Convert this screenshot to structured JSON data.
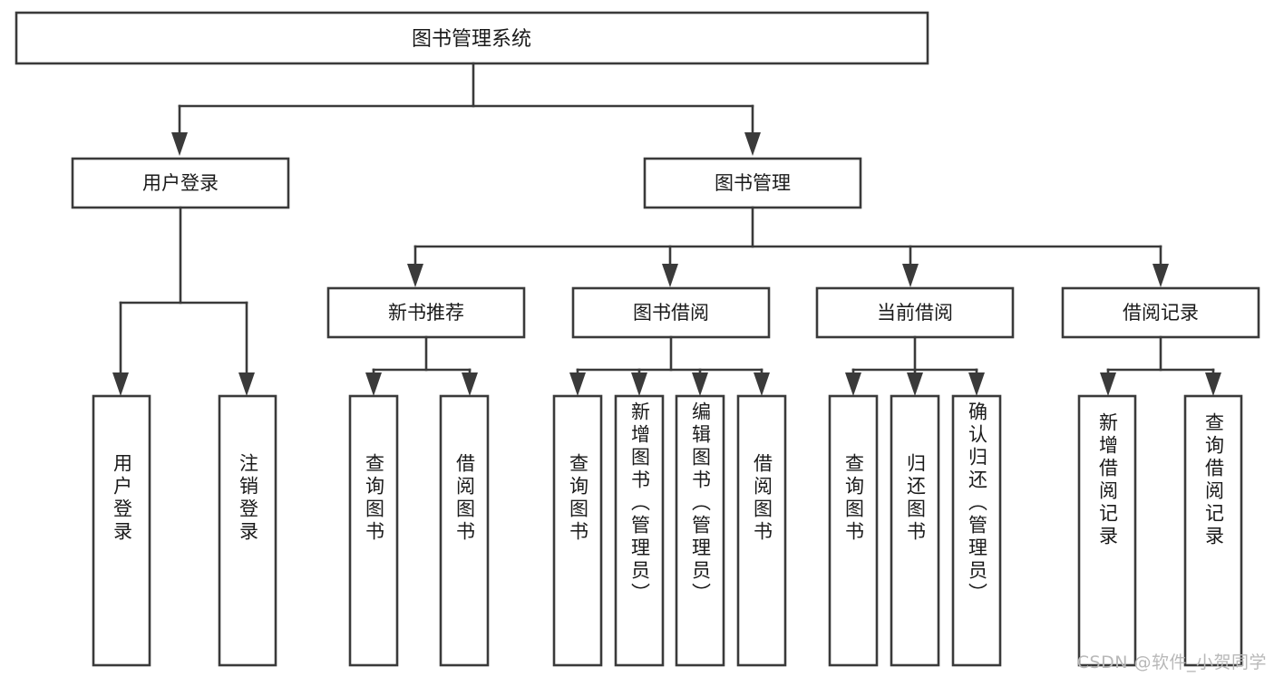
{
  "diagram": {
    "type": "tree",
    "title": "图书管理系统",
    "orientation": "top-down",
    "colors": {
      "box_stroke": "#3a3a3a",
      "box_fill": "#ffffff",
      "connector": "#3a3a3a",
      "text": "#1a1a1a",
      "watermark": "#b8b8b8",
      "background": "#ffffff"
    },
    "root": {
      "label": "图书管理系统"
    },
    "level2": [
      {
        "label": "用户登录"
      },
      {
        "label": "图书管理"
      }
    ],
    "level3": [
      {
        "label": "新书推荐"
      },
      {
        "label": "图书借阅"
      },
      {
        "label": "当前借阅"
      },
      {
        "label": "借阅记录"
      }
    ],
    "leaves": {
      "user_login": [
        {
          "label": "用户登录"
        },
        {
          "label": "注销登录"
        }
      ],
      "new_book_recommend": [
        {
          "label": "查询图书"
        },
        {
          "label": "借阅图书"
        }
      ],
      "book_borrow": [
        {
          "label": "查询图书"
        },
        {
          "label": "新增图书（管理员）"
        },
        {
          "label": "编辑图书（管理员）"
        },
        {
          "label": "借阅图书"
        }
      ],
      "current_borrow": [
        {
          "label": "查询图书"
        },
        {
          "label": "归还图书"
        },
        {
          "label": "确认归还（管理员）"
        }
      ],
      "borrow_record": [
        {
          "label": "新增借阅记录"
        },
        {
          "label": "查询借阅记录"
        }
      ]
    }
  },
  "watermark": {
    "text": "CSDN @软件_小贺同学"
  }
}
